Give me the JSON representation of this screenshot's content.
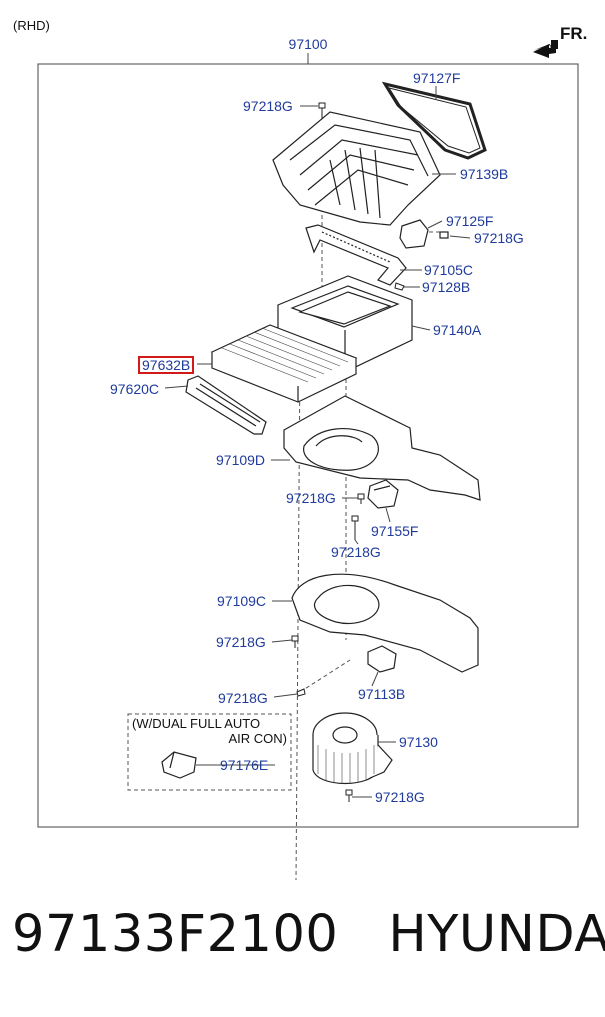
{
  "header": {
    "variant_note": "(RHD)",
    "direction_label": "FR.",
    "assembly_number": "97100"
  },
  "callouts": [
    {
      "id": "c1",
      "text": "97127F"
    },
    {
      "id": "c2",
      "text": "97218G"
    },
    {
      "id": "c3",
      "text": "97139B"
    },
    {
      "id": "c4",
      "text": "97125F"
    },
    {
      "id": "c5",
      "text": "97218G"
    },
    {
      "id": "c6",
      "text": "97105C"
    },
    {
      "id": "c7",
      "text": "97128B"
    },
    {
      "id": "c8",
      "text": "97140A"
    },
    {
      "id": "c9",
      "text": "97632B",
      "highlighted": true
    },
    {
      "id": "c10",
      "text": "97620C"
    },
    {
      "id": "c11",
      "text": "97109D"
    },
    {
      "id": "c12",
      "text": "97218G"
    },
    {
      "id": "c13",
      "text": "97155F"
    },
    {
      "id": "c14",
      "text": "97218G"
    },
    {
      "id": "c15",
      "text": "97109C"
    },
    {
      "id": "c16",
      "text": "97218G"
    },
    {
      "id": "c17",
      "text": "97218G"
    },
    {
      "id": "c18",
      "text": "97113B"
    },
    {
      "id": "c19",
      "text": "97130"
    },
    {
      "id": "c20",
      "text": "97176E"
    },
    {
      "id": "c21",
      "text": "97218G"
    }
  ],
  "option_box": {
    "line1": "(W/DUAL FULL AUTO",
    "line2": "AIR CON)"
  },
  "footer": {
    "part_number": "97133F2100",
    "brand": "HYUNDAI"
  },
  "colors": {
    "callout_text": "#1f3b9c",
    "highlight_border": "#d11b1b",
    "line_art": "#222222",
    "frame": "#444444"
  }
}
